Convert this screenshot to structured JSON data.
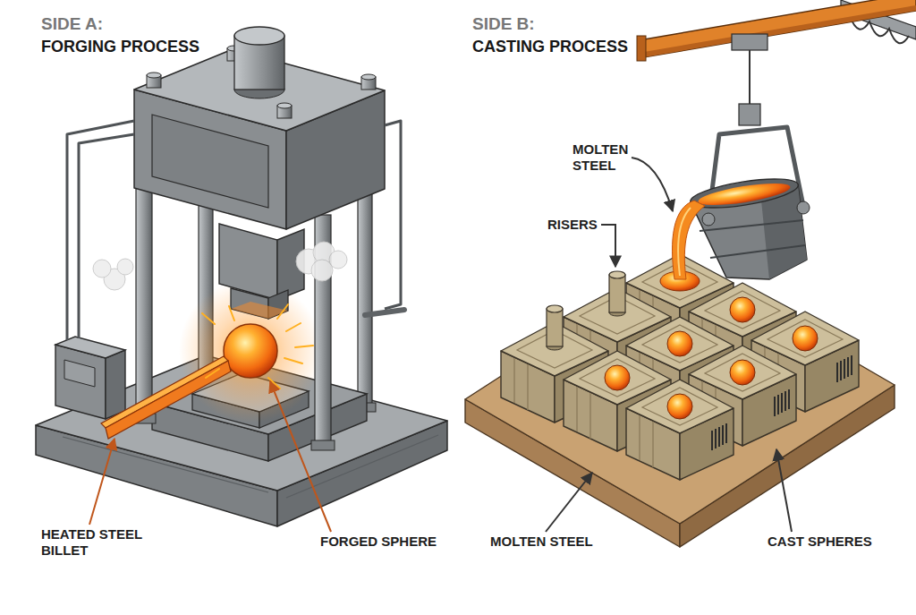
{
  "diagram": {
    "labels": [
      "SIDE A:",
      "FORGING PROCESS",
      "SIDE B:",
      "CASTING PROCESS",
      "HEATED STEEL BILLET",
      "FORGED SPHERE",
      "MOLTEN STEEL",
      "RISERS",
      "MOLTEN STEEL",
      "CAST SPHERES"
    ]
  }
}
